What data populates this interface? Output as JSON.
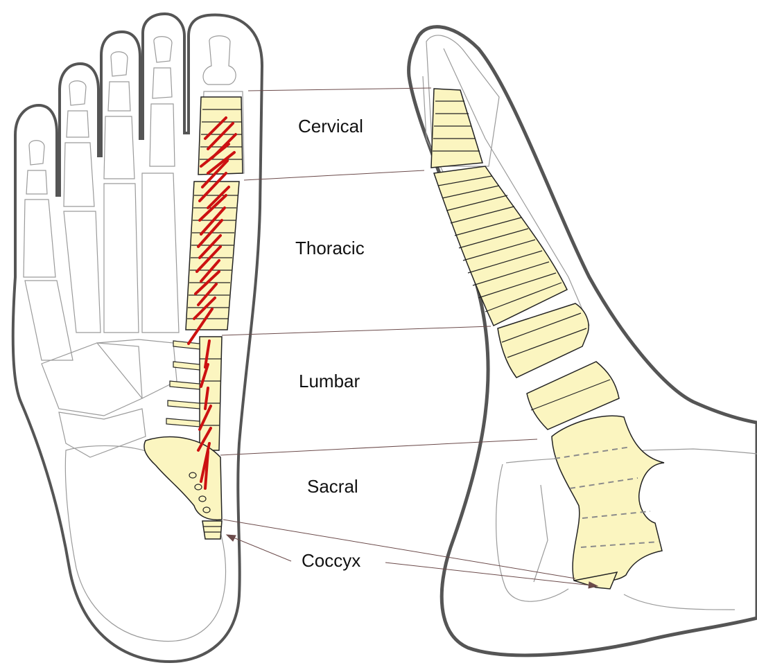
{
  "labels": {
    "cervical": "Cervical",
    "thoracic": "Thoracic",
    "lumbar": "Lumbar",
    "sacral": "Sacral",
    "coccyx": "Coccyx"
  },
  "colors": {
    "bone_fill": "#fbf5c0",
    "outline": "#555555",
    "bone_outline": "#222222",
    "reflex_marks": "#cc1111",
    "leader_lines": "#6b4a4a",
    "faint_outline": "#9a9a9a",
    "sacral_divisions": "#8a8a8a"
  }
}
